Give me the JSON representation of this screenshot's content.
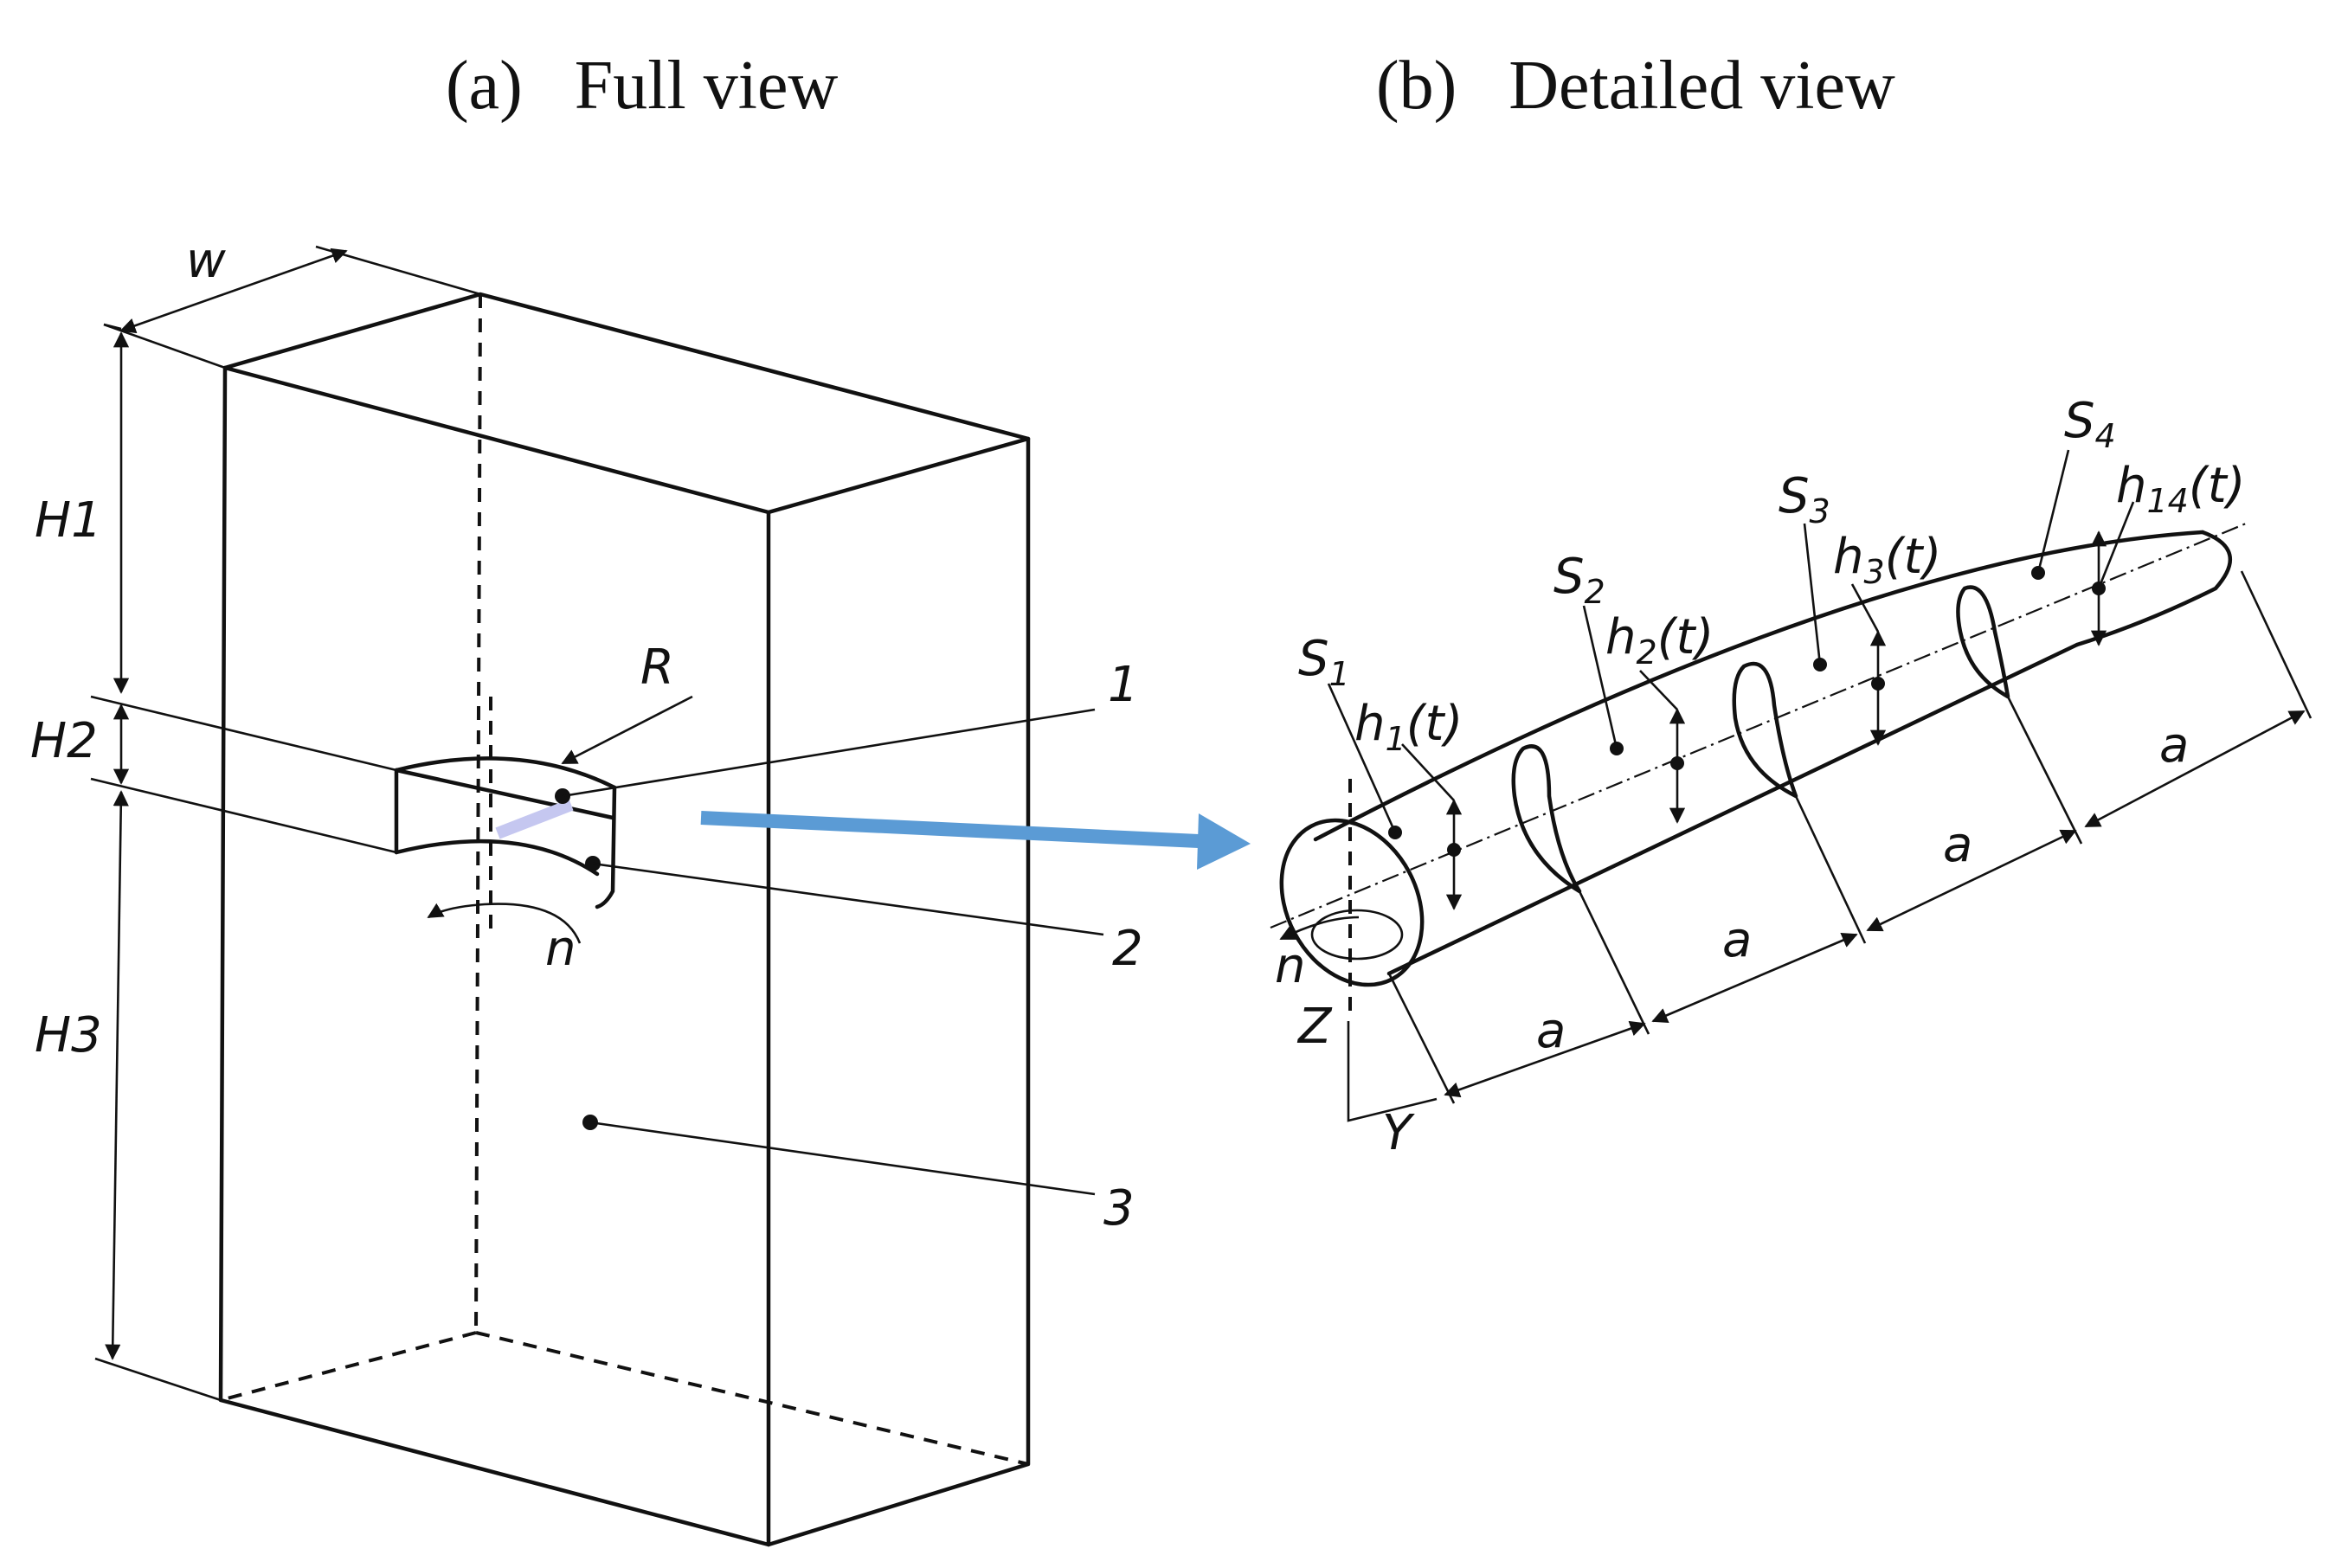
{
  "captions": {
    "full": "(a)   Full view",
    "detailed": "(b)   Detailed view"
  },
  "full_view": {
    "width_label": "w",
    "h1": "H1",
    "h2": "H2",
    "h3": "H3",
    "radius": "R",
    "rotation": "n",
    "callout_1": "1",
    "callout_2": "2",
    "callout_3": "3"
  },
  "detailed_view": {
    "s1": {
      "base": "S",
      "sub": "1"
    },
    "s2": {
      "base": "S",
      "sub": "2"
    },
    "s3": {
      "base": "S",
      "sub": "3"
    },
    "s4": {
      "base": "S",
      "sub": "4"
    },
    "h1": {
      "base": "h",
      "sub": "1",
      "tail": "(t)"
    },
    "h2": {
      "base": "h",
      "sub": "2",
      "tail": "(t)"
    },
    "h3": {
      "base": "h",
      "sub": "3",
      "tail": "(t)"
    },
    "h14": {
      "base": "h",
      "sub": "14",
      "tail": "(t)"
    },
    "spacing": "a",
    "rotation": "n",
    "axis_z": "Z",
    "axis_y": "Y"
  },
  "colors": {
    "arrow": "#5b9bd5",
    "slot_highlight": "#c5c7f0",
    "ink": "#111111"
  }
}
